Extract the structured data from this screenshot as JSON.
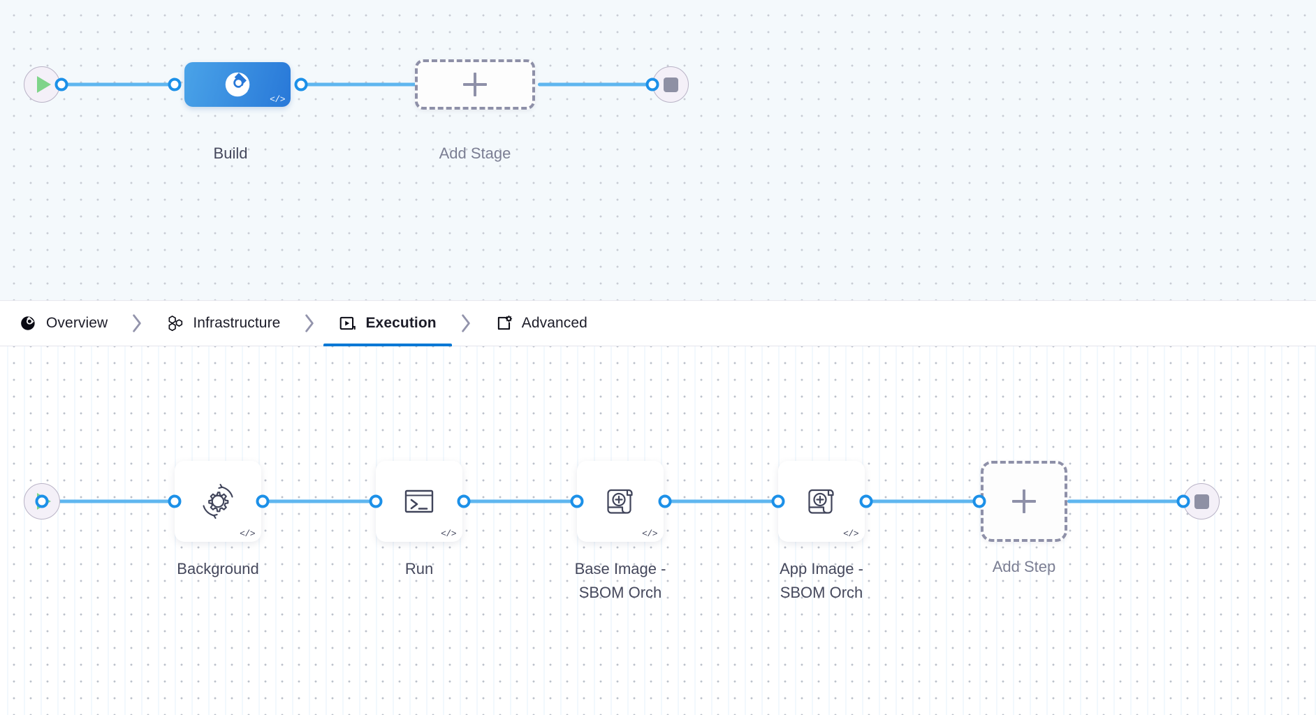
{
  "stage_graph": {
    "start_node": {
      "name": "pipeline-start",
      "icon": "play-icon"
    },
    "end_node": {
      "name": "pipeline-end",
      "icon": "stop-icon"
    },
    "nodes": [
      {
        "id": "build",
        "label": "Build",
        "type": "stage",
        "icon": "ci-build-icon",
        "badge": "</>",
        "selected": true,
        "color": "#2878d8"
      },
      {
        "id": "add-stage",
        "label": "Add Stage",
        "type": "add",
        "icon": "plus-icon"
      }
    ]
  },
  "tabs": {
    "items": [
      {
        "id": "overview",
        "label": "Overview",
        "icon": "overview-pie-icon",
        "active": false
      },
      {
        "id": "infrastructure",
        "label": "Infrastructure",
        "icon": "hexagon-cluster-icon",
        "active": false
      },
      {
        "id": "execution",
        "label": "Execution",
        "icon": "execution-play-icon",
        "active": true
      },
      {
        "id": "advanced",
        "label": "Advanced",
        "icon": "advanced-gear-icon",
        "active": false
      }
    ],
    "separator_icon": "chevron-right-icon",
    "active_underline_color": "#0278d5"
  },
  "step_graph": {
    "start_node": {
      "name": "execution-start",
      "icon": "play-icon"
    },
    "end_node": {
      "name": "execution-end",
      "icon": "stop-icon"
    },
    "nodes": [
      {
        "id": "background",
        "label": "Background",
        "icon": "gear-refresh-icon",
        "badge": "</>",
        "type": "step"
      },
      {
        "id": "run",
        "label": "Run",
        "icon": "terminal-icon",
        "badge": "</>",
        "type": "step"
      },
      {
        "id": "base-image-sbom",
        "label": "Base Image -\nSBOM Orch",
        "icon": "sbom-scroll-icon",
        "badge": "</>",
        "type": "step"
      },
      {
        "id": "app-image-sbom",
        "label": "App Image -\nSBOM Orch",
        "icon": "sbom-scroll-icon",
        "badge": "</>",
        "type": "step"
      },
      {
        "id": "add-step",
        "label": "Add Step",
        "icon": "plus-icon",
        "type": "add"
      }
    ]
  },
  "theme": {
    "edge_color": "#5fb6ef",
    "port_color": "#1c90e8",
    "canvas_top_bg": "#f4f9fc",
    "canvas_bottom_bg": "#ffffff",
    "text_color": "#45485c"
  }
}
